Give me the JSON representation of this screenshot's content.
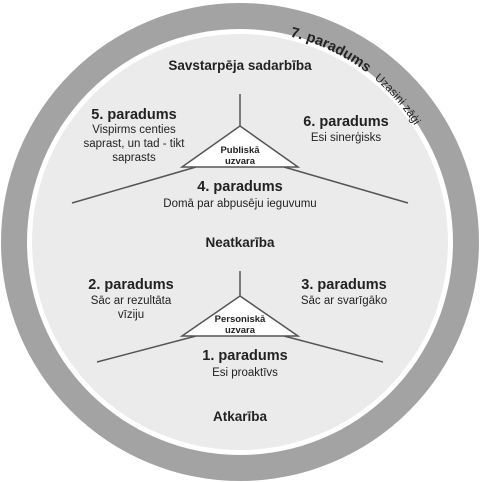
{
  "outer_ring": {
    "habit7_title": "7. paradums",
    "habit7_text": "Uzasini zāģi"
  },
  "sections": {
    "top": "Savstarpēja sadarbība",
    "middle": "Neatkarība",
    "bottom": "Atkarība"
  },
  "public_victory": {
    "line1": "Publiskā",
    "line2": "uzvara"
  },
  "private_victory": {
    "line1": "Personiskā",
    "line2": "uzvara"
  },
  "habits": {
    "h1": {
      "title": "1. paradums",
      "lines": [
        "Esi proaktīvs"
      ]
    },
    "h2": {
      "title": "2. paradums",
      "lines": [
        "Sāc ar rezultāta",
        "vīziju"
      ]
    },
    "h3": {
      "title": "3. paradums",
      "lines": [
        "Sāc ar svarīgāko"
      ]
    },
    "h4": {
      "title": "4. paradums",
      "lines": [
        "Domā par abpusēju ieguvumu"
      ]
    },
    "h5": {
      "title": "5. paradums",
      "lines": [
        "Vispirms centies",
        "saprast, un tad - tikt",
        "saprasts"
      ]
    },
    "h6": {
      "title": "6. paradums",
      "lines": [
        "Esi sinerģisks"
      ]
    }
  },
  "colors": {
    "outer_ring": "#a3a3a3",
    "ring_gap": "#ffffff",
    "inner_circle": "#ebebeb",
    "lines": "#555555",
    "text": "#222222",
    "triangle_fill": "#ffffff"
  }
}
